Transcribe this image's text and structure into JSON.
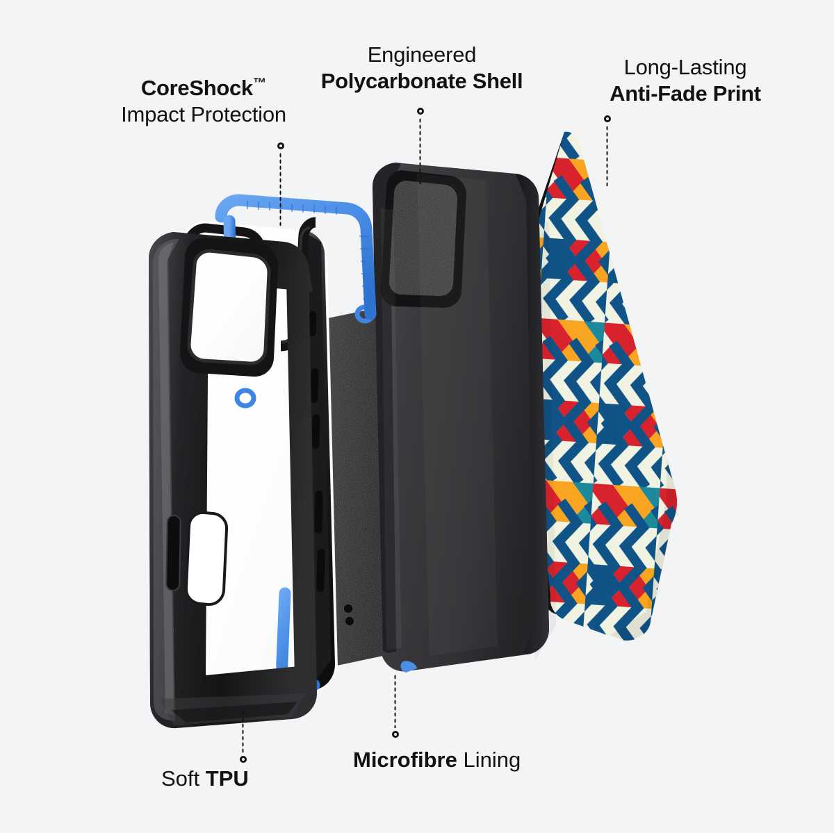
{
  "scene": {
    "title": "Exploded view of a protective phone case",
    "background_color": "#f3f4f6"
  },
  "callouts": [
    {
      "id": "coreshock",
      "line1": "CoreShock",
      "trademark": "™",
      "line2": "Impact Protection",
      "emphasis": "line1",
      "leader_from": "label-bottom",
      "target": "blue-tpu-bumper"
    },
    {
      "id": "polycarbonate",
      "line1": "Engineered",
      "line2": "Polycarbonate Shell",
      "emphasis": "line2",
      "leader_from": "label-bottom",
      "target": "black-polycarbonate-shell"
    },
    {
      "id": "antifade",
      "line1": "Long-Lasting",
      "line2": "Anti-Fade Print",
      "emphasis": "line2",
      "leader_from": "label-bottom",
      "target": "printed-pattern-layer"
    },
    {
      "id": "tpu",
      "inline_regular": "Soft ",
      "inline_bold": "TPU",
      "emphasis": "bold-tail",
      "leader_from": "label-top",
      "target": "soft-tpu-frame"
    },
    {
      "id": "microfibre",
      "inline_bold": "Microfibre",
      "inline_regular": " Lining",
      "emphasis": "bold-head",
      "leader_from": "label-top",
      "target": "microfibre-lining"
    }
  ],
  "layers": [
    {
      "name": "Soft TPU frame",
      "color": "#1d1d1f"
    },
    {
      "name": "CoreShock blue bumper",
      "color": "#4a8ee8"
    },
    {
      "name": "Clear back panel",
      "color": "#ffffff"
    },
    {
      "name": "Microfibre lining",
      "color": "#2a2a2c"
    },
    {
      "name": "Polycarbonate shell",
      "color": "#3a3a3c"
    },
    {
      "name": "Anti-fade printed panel",
      "color": "#f0f2e2"
    }
  ],
  "palette": {
    "cream": "#f0f2e2",
    "navy": "#105487",
    "orange": "#f9a521",
    "red": "#d8232f",
    "teal": "#1d8a9c",
    "black": "#121212",
    "blue_accent": "#4a8ee8",
    "case_black": "#1c1c1e",
    "text": "#121212"
  }
}
